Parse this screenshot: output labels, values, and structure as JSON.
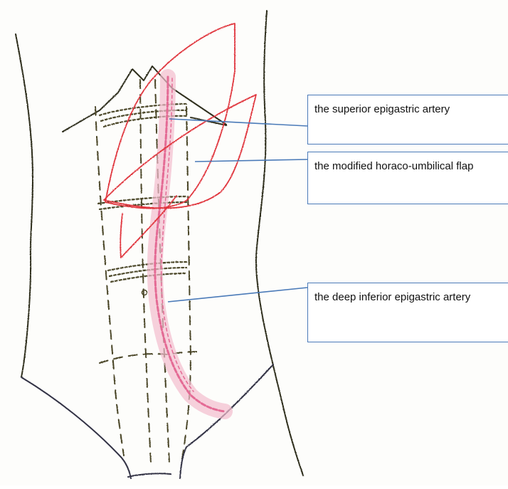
{
  "callouts": [
    {
      "text": "the superior epigastric artery"
    },
    {
      "text": "the modified horaco-umbilical flap"
    },
    {
      "text": "the deep inferior epigastric artery"
    }
  ],
  "colors": {
    "pencil_outline": "#2f2f1e",
    "dashed_muscle": "#4a4528",
    "flap_red": "#e0363d",
    "artery_pink": "#e46b95",
    "leader_blue": "#4a7ab8",
    "lower_outline": "#333344"
  }
}
